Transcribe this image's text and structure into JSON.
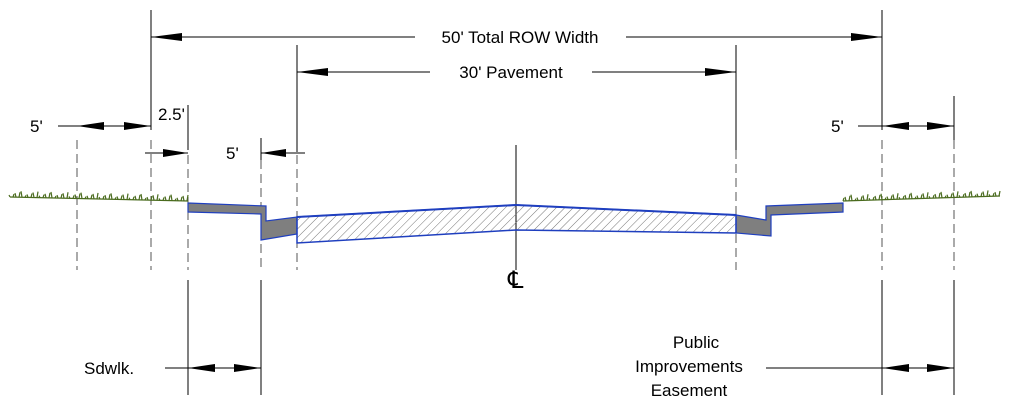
{
  "labels": {
    "total_row": "50' Total ROW Width",
    "pavement": "30' Pavement",
    "left_5": "5'",
    "left_2_5": "2.5'",
    "curb_5": "5'",
    "right_5": "5'",
    "sidewalk": "Sdwlk.",
    "centerline": "℄",
    "easement_line1": "Public",
    "easement_line2": "Improvements",
    "easement_line3": "Easement"
  },
  "colors": {
    "pavement_outline": "#1f3fbf",
    "curb_fill": "#7f7f7f",
    "grass": "#4a6b1e",
    "hatch": "#777777"
  }
}
